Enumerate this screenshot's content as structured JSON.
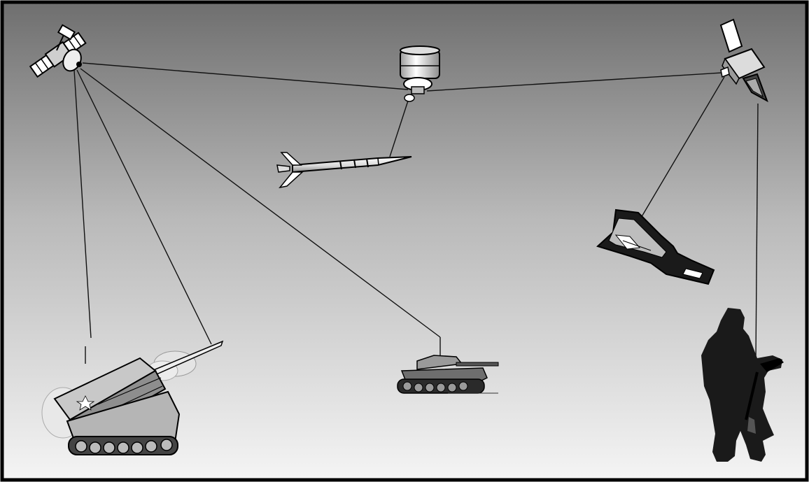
{
  "diagram": {
    "kind": "network-illustration",
    "colors": {
      "frame": "#000000",
      "sky_top": "#7a7a7a",
      "sky_bottom": "#f2f2f2",
      "link_line": "#111111",
      "metal_light": "#e8e8e8",
      "metal_mid": "#9a9a9a",
      "dark": "#1a1a1a"
    },
    "nodes": [
      {
        "id": "comm-satellite-left",
        "icon": "communications-satellite-icon"
      },
      {
        "id": "relay-satellite-center",
        "icon": "relay-satellite-icon"
      },
      {
        "id": "sensor-satellite-right",
        "icon": "sensor-satellite-icon"
      },
      {
        "id": "cruise-missile",
        "icon": "missile-icon"
      },
      {
        "id": "stealth-bomber",
        "icon": "stealth-aircraft-icon"
      },
      {
        "id": "rocket-launcher",
        "icon": "rocket-launcher-vehicle-icon"
      },
      {
        "id": "battle-tank",
        "icon": "tank-icon"
      },
      {
        "id": "infantry-soldier",
        "icon": "soldier-silhouette-icon"
      }
    ],
    "links": [
      {
        "from": "comm-satellite-left",
        "to": "relay-satellite-center"
      },
      {
        "from": "relay-satellite-center",
        "to": "sensor-satellite-right"
      },
      {
        "from": "relay-satellite-center",
        "to": "cruise-missile"
      },
      {
        "from": "sensor-satellite-right",
        "to": "stealth-bomber"
      },
      {
        "from": "sensor-satellite-right",
        "to": "infantry-soldier"
      },
      {
        "from": "comm-satellite-left",
        "to": "rocket-launcher"
      },
      {
        "from": "comm-satellite-left",
        "to": "rocket-launcher"
      },
      {
        "from": "comm-satellite-left",
        "to": "battle-tank"
      }
    ]
  }
}
